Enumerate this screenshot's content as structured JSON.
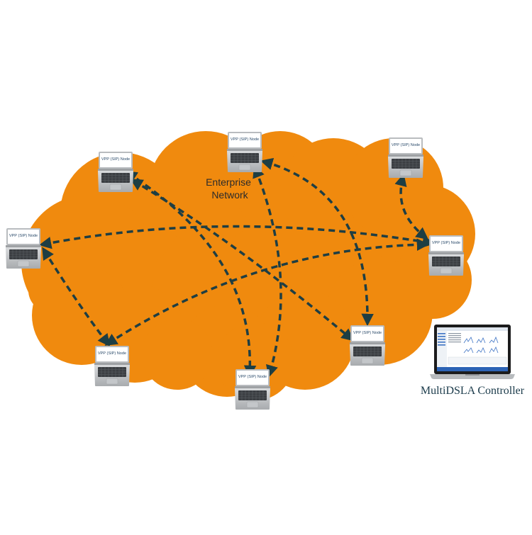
{
  "network": {
    "label_line1": "Enterprise",
    "label_line2": "Network"
  },
  "nodes": [
    {
      "id": "n1",
      "label": "VPP (SIP) Node"
    },
    {
      "id": "n2",
      "label": "VPP (SIP) Node"
    },
    {
      "id": "n3",
      "label": "VPP (SIP) Node"
    },
    {
      "id": "n4",
      "label": "VPP (SIP) Node"
    },
    {
      "id": "n5",
      "label": "VPP (SIP) Node"
    },
    {
      "id": "n6",
      "label": "VPP (SIP) Node"
    },
    {
      "id": "n7",
      "label": "VPP (SIP) Node"
    },
    {
      "id": "n8",
      "label": "VPP (SIP) Node"
    }
  ],
  "controller": {
    "caption": "MultiDSLA Controller"
  },
  "colors": {
    "cloud": "#f08a0e",
    "link": "#1e3e43",
    "laptop_body": "#c9cbcd",
    "laptop_screen_bg": "#ffffff",
    "node_label": "#2a4a6a",
    "network_label": "#2b2b2b"
  }
}
